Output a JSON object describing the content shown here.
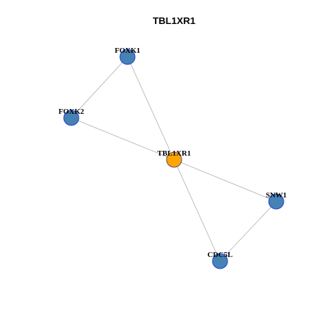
{
  "title": "TBL1XR1",
  "colors": {
    "edge": "#b3b3b3",
    "node_fill": "#4682b4",
    "node_stroke": "#1f3fd1",
    "center_fill": "#ffa500",
    "center_stroke": "#5a3f7a"
  },
  "nodes": [
    {
      "id": "FOXK1",
      "label": "FOXK1",
      "role": "neighbor"
    },
    {
      "id": "FOXK2",
      "label": "FOXK2",
      "role": "neighbor"
    },
    {
      "id": "TBL1XR1",
      "label": "TBL1XR1",
      "role": "center"
    },
    {
      "id": "SNW1",
      "label": "SNW1",
      "role": "neighbor"
    },
    {
      "id": "CDC5L",
      "label": "CDC5L",
      "role": "neighbor"
    }
  ],
  "edges": [
    {
      "source": "FOXK1",
      "target": "FOXK2"
    },
    {
      "source": "FOXK1",
      "target": "TBL1XR1"
    },
    {
      "source": "FOXK2",
      "target": "TBL1XR1"
    },
    {
      "source": "TBL1XR1",
      "target": "SNW1"
    },
    {
      "source": "TBL1XR1",
      "target": "CDC5L"
    },
    {
      "source": "SNW1",
      "target": "CDC5L"
    }
  ]
}
